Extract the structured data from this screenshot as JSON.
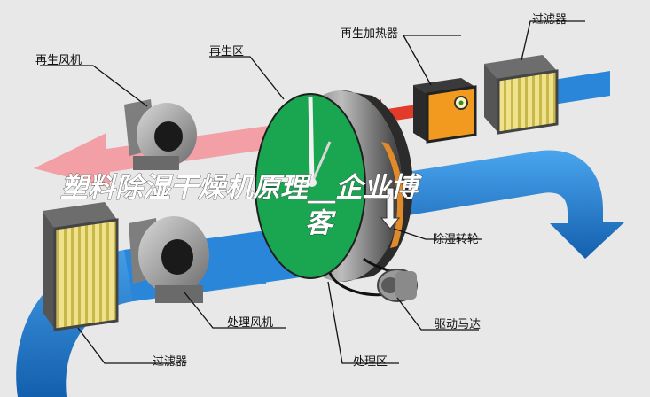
{
  "diagram": {
    "title_line1": "塑料除湿干燥机原理__企业博",
    "title_line2": "客",
    "labels": {
      "regen_heater": "再生加热器",
      "filter_top": "过滤器",
      "regen_fan": "再生风机",
      "regen_zone": "再生区",
      "desiccant_wheel": "除湿转轮",
      "process_fan": "处理风机",
      "drive_motor": "驱动马达",
      "filter_bottom": "过滤器",
      "process_zone": "处理区"
    },
    "colors": {
      "background": "#e8e8e8",
      "process_air": "#1f7fd4",
      "regen_air": "#f2a0a5",
      "heated_air": "#e23b2a",
      "wheel_regen_sector": "#1aa550",
      "wheel_rim": "#2a2a2a",
      "heater_body": "#f29a1f",
      "filter_media": "#e8d86a",
      "fan_housing": "#8f8f8f"
    }
  }
}
